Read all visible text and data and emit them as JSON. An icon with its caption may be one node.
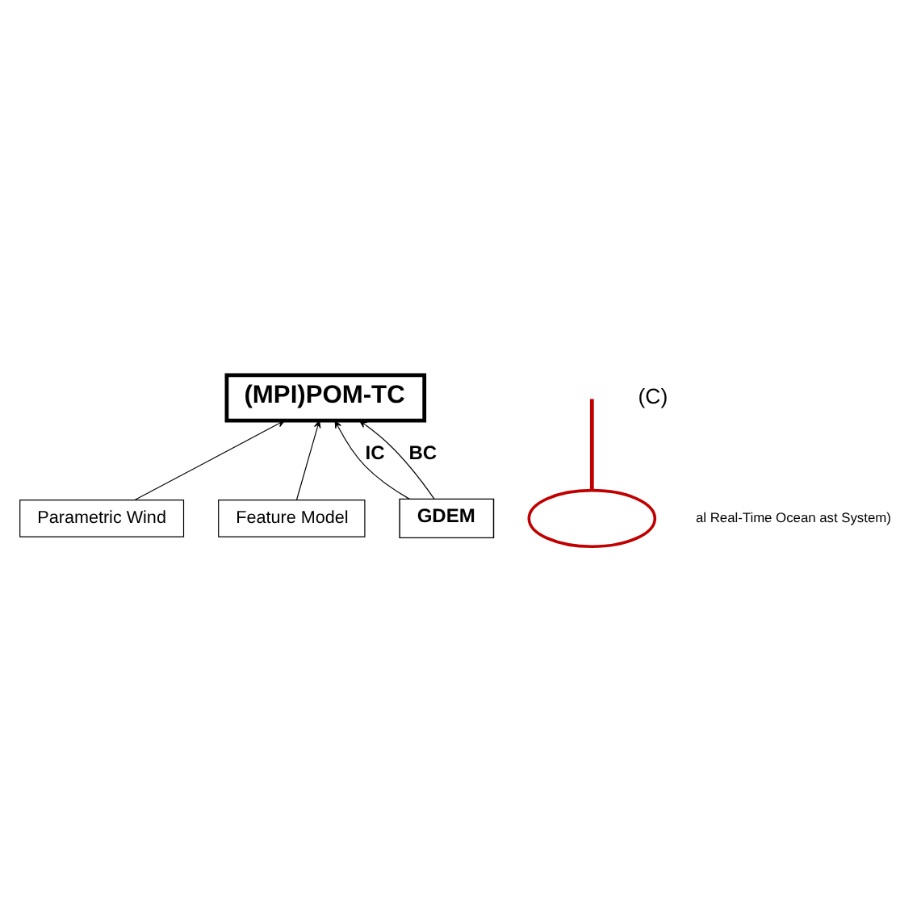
{
  "diagram": {
    "nodes": [
      {
        "text": [
          "(MPI)POM-TC"
        ]
      },
      {
        "text": [
          "Parametric Wind"
        ]
      },
      {
        "text": [
          "Feature Model"
        ]
      },
      {
        "text": [
          "GDEM"
        ]
      },
      {
        "text": [],
        "shape": "ellipse"
      }
    ],
    "edges": [
      {
        "from": 1,
        "to": 0,
        "arrow": "to"
      },
      {
        "from": 2,
        "to": 0,
        "arrow": "to"
      },
      {
        "from": 3,
        "to": 0,
        "arrow": "to",
        "label": "IC"
      },
      {
        "from": 3,
        "to": 0,
        "arrow": "to",
        "label": "BC"
      },
      {
        "from": 4,
        "to": null,
        "arrow": "none",
        "style": "thick",
        "color": "#c00000"
      }
    ],
    "labels": [
      "(C)",
      "al Real-Time Ocean ast System)"
    ]
  }
}
